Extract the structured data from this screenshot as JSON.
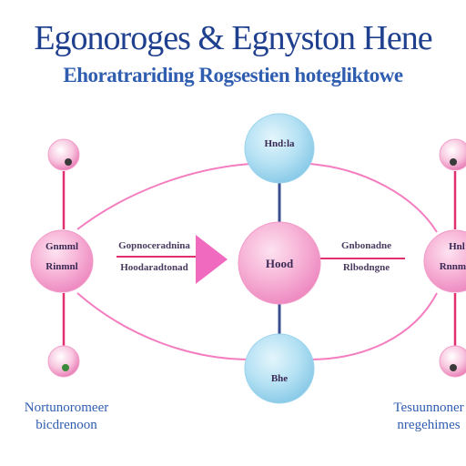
{
  "header": {
    "title": "Egonoroges & Egnyston Hene",
    "subtitle": "Ehoratrariding Rogsestien hotegliktowe"
  },
  "nodes": {
    "top": "Hnd:la",
    "center": "Hood",
    "bottom": "Bhe",
    "left": [
      "Gnmml",
      "Rinmnl"
    ],
    "right": [
      "Hnl",
      "Rnnmbl"
    ]
  },
  "arrows": {
    "left": [
      "Gopnoceradnina",
      "Hoodaradtonad"
    ],
    "right": [
      "Gnbonadne",
      "Rlbodngne"
    ]
  },
  "footer": {
    "left": [
      "Nortunoromeer",
      "bicdrenoon"
    ],
    "right": [
      "Tesuunnoner",
      "nregehimes"
    ]
  },
  "colors": {
    "pink": "#f47dc0",
    "pink_node": "#f3a6cd",
    "blue_node": "#a9dcf0",
    "title": "#1f3f8f",
    "subtitle": "#2f5db0"
  }
}
